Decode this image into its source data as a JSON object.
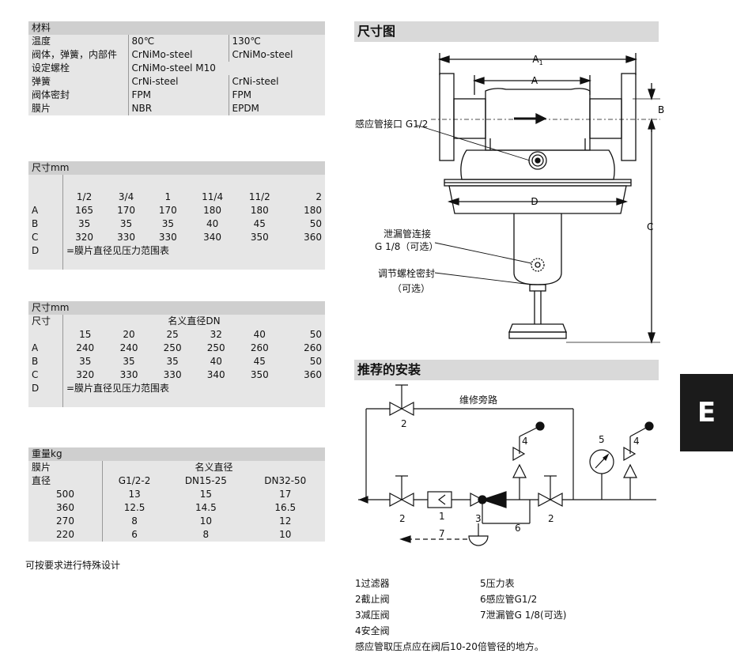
{
  "materials": {
    "title": "材料",
    "rows": [
      {
        "label": "温度",
        "a": "80℃",
        "b": "130℃"
      },
      {
        "label": "阀体，弹簧，内部件",
        "a": "CrNiMo-steel",
        "b": "CrNiMo-steel"
      },
      {
        "label": "设定螺栓",
        "a": "CrNiMo-steel M10",
        "b": ""
      },
      {
        "label": "弹簧",
        "a": "CrNi-steel",
        "b": "CrNi-steel"
      },
      {
        "label": "阀体密封",
        "a": "FPM",
        "b": "FPM"
      },
      {
        "label": "膜片",
        "a": "NBR",
        "b": "EPDM"
      }
    ]
  },
  "dims_inch": {
    "title": "尺寸mm",
    "cols": [
      "1/2",
      "3/4",
      "1",
      "11/4",
      "11/2",
      "2"
    ],
    "rows": [
      {
        "label": "A",
        "values": [
          "165",
          "170",
          "170",
          "180",
          "180",
          "180"
        ]
      },
      {
        "label": "B",
        "values": [
          "35",
          "35",
          "35",
          "40",
          "45",
          "50"
        ]
      },
      {
        "label": "C",
        "values": [
          "320",
          "330",
          "330",
          "340",
          "350",
          "360"
        ]
      }
    ],
    "d_label": "D",
    "d_note": "=膜片直径见压力范围表"
  },
  "dims_dn": {
    "title": "尺寸mm",
    "row_head": "尺寸",
    "group_head": "名义直径DN",
    "cols": [
      "15",
      "20",
      "25",
      "32",
      "40",
      "50"
    ],
    "rows": [
      {
        "label": "A",
        "values": [
          "240",
          "240",
          "250",
          "250",
          "260",
          "260"
        ]
      },
      {
        "label": "B",
        "values": [
          "35",
          "35",
          "35",
          "40",
          "45",
          "50"
        ]
      },
      {
        "label": "C",
        "values": [
          "320",
          "330",
          "330",
          "340",
          "350",
          "360"
        ]
      }
    ],
    "d_label": "D",
    "d_note": "=膜片直径见压力范围表"
  },
  "weight": {
    "title": "重量kg",
    "row_head_1": "膜片",
    "row_head_2": "直径",
    "group_head": "名义直径",
    "cols": [
      "G1/2-2",
      "DN15-25",
      "DN32-50"
    ],
    "rows": [
      {
        "label": "500",
        "values": [
          "13",
          "15",
          "17"
        ]
      },
      {
        "label": "360",
        "values": [
          "12.5",
          "14.5",
          "16.5"
        ]
      },
      {
        "label": "270",
        "values": [
          "8",
          "10",
          "12"
        ]
      },
      {
        "label": "220",
        "values": [
          "6",
          "8",
          "10"
        ]
      }
    ]
  },
  "special_note": "可按要求进行特殊设计",
  "dim_drawing": {
    "title": "尺寸图",
    "a1": "A",
    "a1_sub": "1",
    "a": "A",
    "b": "B",
    "c": "C",
    "d": "D",
    "sensing_port": "感应管接口 G1/2",
    "leak_line_1": "泄漏管连接",
    "leak_line_2": "G 1/8（可选）",
    "adjust_1": "调节螺栓密封",
    "adjust_2": "（可选）"
  },
  "install": {
    "title": "推荐的安装",
    "bypass": "维修旁路",
    "n1": "1",
    "n2a": "2",
    "n2b": "2",
    "n2c": "2",
    "n3": "3",
    "n4a": "4",
    "n4b": "4",
    "n5": "5",
    "n6": "6",
    "n7": "7"
  },
  "legend": {
    "items_left": [
      "1过滤器",
      "2截止阀",
      "3减压阀",
      "4安全阀"
    ],
    "items_right": [
      "5压力表",
      "6感应管G1/2",
      "7泄漏管G 1/8(可选)"
    ],
    "footer": "感应管取压点应在阀后10-20倍管径的地方。"
  },
  "section_tab": "E"
}
